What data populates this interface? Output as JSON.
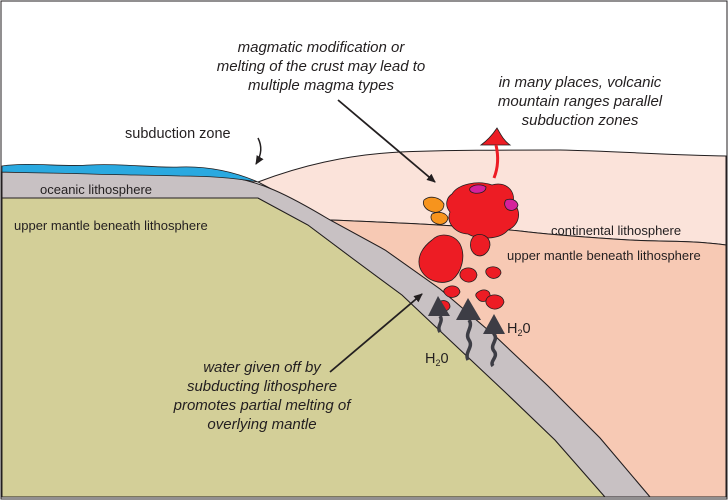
{
  "labels": {
    "subduction_zone": "subduction zone",
    "oceanic_lithosphere": "oceanic lithosphere",
    "upper_mantle_left": "upper mantle beneath lithosphere",
    "continental_lithosphere": "continental lithosphere",
    "upper_mantle_right": "upper mantle beneath lithosphere",
    "h2o_right_main": "H",
    "h2o_right_sub": "2",
    "h2o_right_tail": "0",
    "h2o_left_main": "H",
    "h2o_left_sub": "2",
    "h2o_left_tail": "0"
  },
  "callouts": {
    "magmatic": [
      "magmatic modification or",
      "melting of the crust may lead to",
      "multiple magma types"
    ],
    "volcanic": [
      "in many places, volcanic",
      "mountain ranges parallel",
      "subduction zones"
    ],
    "water": [
      "water given off by",
      "subducting lithosphere",
      "promotes partial melting of",
      "overlying mantle"
    ]
  },
  "colors": {
    "background": "#ffffff",
    "upper_mantle_left": "#d3cf98",
    "oceanic_plate": "#c8c1c3",
    "continental_crust": "#fbe3da",
    "upper_mantle_right": "#f7c9b4",
    "ocean": "#2aa9e0",
    "magma_red": "#ed1c24",
    "magma_orange": "#f7941d",
    "magma_magenta": "#d6219b",
    "arrows": "#3d3d45",
    "outline": "#231f20"
  }
}
